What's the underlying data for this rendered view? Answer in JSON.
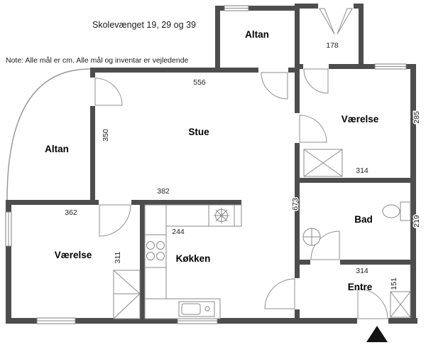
{
  "page": {
    "title": "Skolevænget 19, 29 og 39",
    "note": "Note: Alle mål er cm. Alle mål og inventar er vejledende"
  },
  "rooms": {
    "altan_top": "Altan",
    "altan_left": "Altan",
    "stue": "Stue",
    "vaerelse_right": "Værelse",
    "vaerelse_left": "Værelse",
    "bad": "Bad",
    "koekken": "Køkken",
    "entre": "Entre"
  },
  "dimensions": {
    "stue_top": "556",
    "balcony_top": "178",
    "vaerelse_right_depth": "285",
    "stue_left": "350",
    "vaerelse_right_width": "314",
    "core_depth": "673",
    "vaerelse_left_width": "362",
    "koekken_width": "382",
    "koekken_floor": "244",
    "vaerelse_left_depth": "311",
    "bad_depth": "219",
    "entre_width": "314",
    "entre_depth": "151"
  },
  "colors": {
    "wall": "#4d4d4d",
    "fixture_line": "#8a8a8a",
    "text": "#1a1a1a"
  }
}
